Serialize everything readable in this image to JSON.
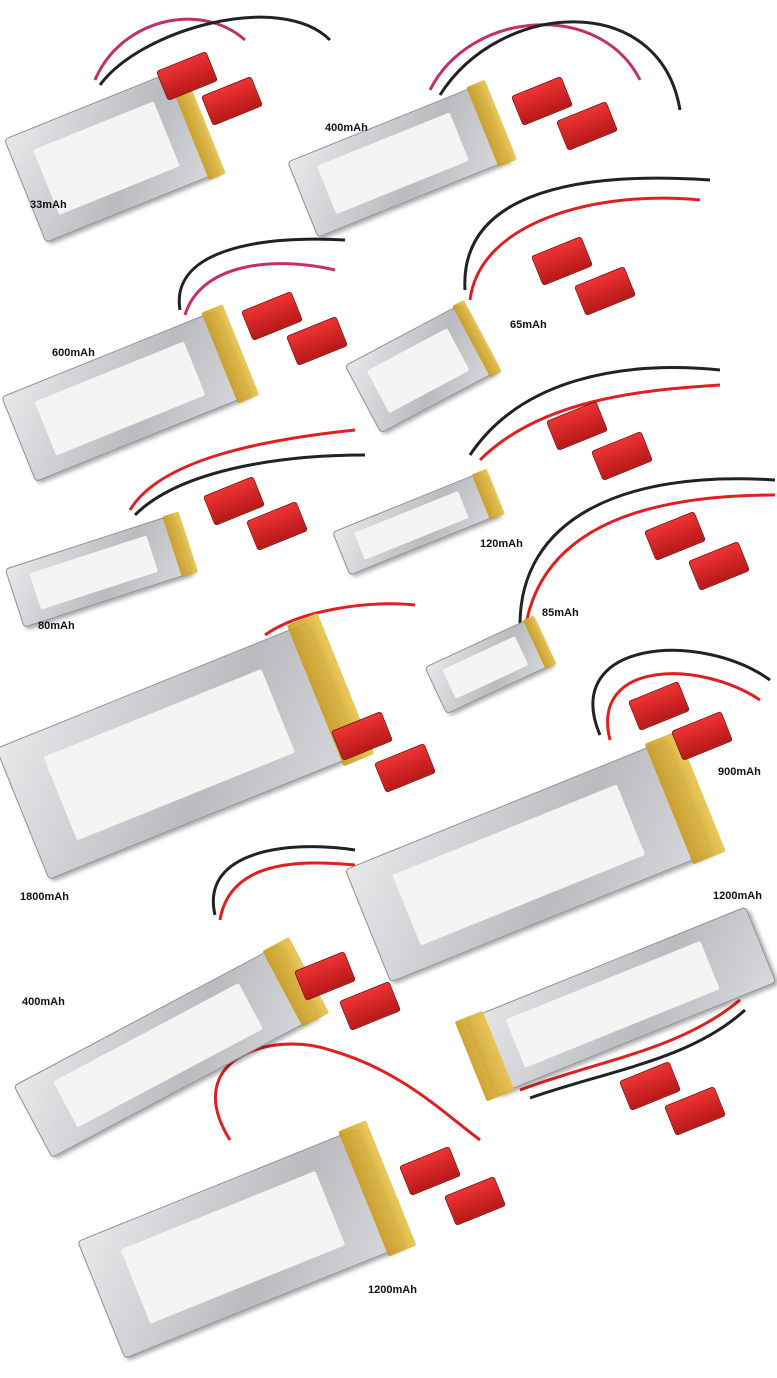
{
  "batteries": [
    {
      "capacity": "33mAh"
    },
    {
      "capacity": "400mAh"
    },
    {
      "capacity": "65mAh"
    },
    {
      "capacity": "600mAh"
    },
    {
      "capacity": "120mAh"
    },
    {
      "capacity": "80mAh"
    },
    {
      "capacity": "85mAh"
    },
    {
      "capacity": "900mAh"
    },
    {
      "capacity": "1800mAh"
    },
    {
      "capacity": "1200mAh"
    },
    {
      "capacity": "400mAh"
    },
    {
      "capacity": "1200mAh"
    }
  ],
  "colors": {
    "wire_red": "#e02020",
    "wire_black": "#1a1a1a",
    "connector": "#d42222",
    "kapton_tape": "#d8aa30",
    "cell": "#c4c6c9"
  }
}
